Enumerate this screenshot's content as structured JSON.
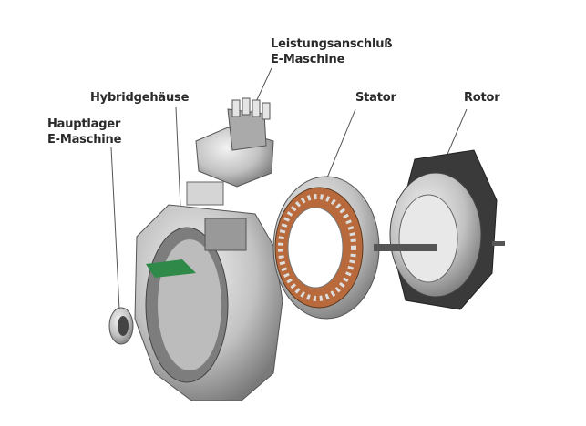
{
  "labels": {
    "power_connection": [
      "Leistungsanschluß",
      "E-Maschine"
    ],
    "hybrid_housing": "Hybridgehäuse",
    "main_bearing": [
      "Hauptlager",
      "E-Maschine"
    ],
    "stator": "Stator",
    "rotor": "Rotor"
  },
  "colors": {
    "metal": "#bdbdbd",
    "dark": "#4a4a4a",
    "copper": "#b86a3c",
    "pcb": "#2f8a4a"
  }
}
